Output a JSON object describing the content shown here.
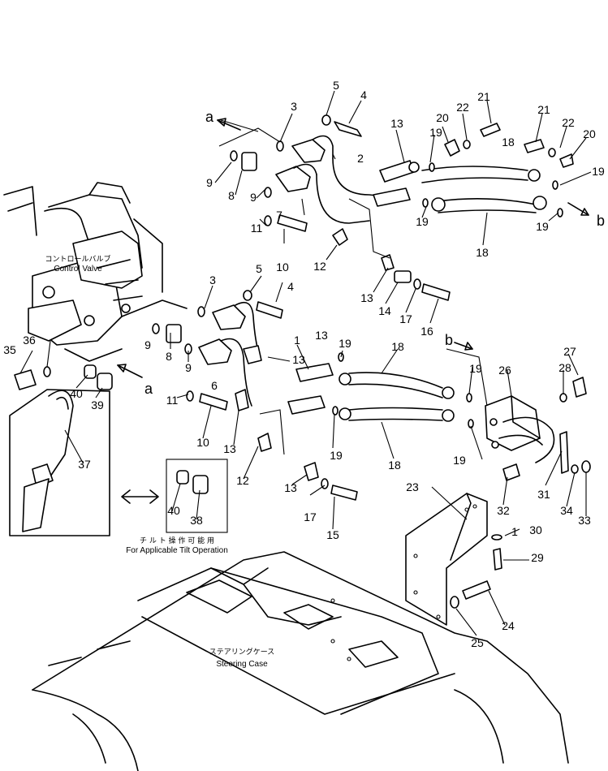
{
  "captions": {
    "control_valve_jp": "コントロールバルブ",
    "control_valve_en": "Control Valve",
    "tilt_jp": "チ ル ト 操 作 可 能 用",
    "tilt_en": "For Applicable Tilt Operation",
    "steering_case_jp": "ステアリングケース",
    "steering_case_en": "Steering Case"
  },
  "markers": {
    "a": "a",
    "b": "b"
  },
  "part_labels": [
    "1",
    "2",
    "3",
    "4",
    "5",
    "6",
    "7",
    "8",
    "9",
    "10",
    "11",
    "12",
    "13",
    "14",
    "15",
    "16",
    "17",
    "18",
    "19",
    "20",
    "21",
    "22",
    "23",
    "24",
    "25",
    "26",
    "27",
    "28",
    "29",
    "30",
    "31",
    "32",
    "33",
    "34",
    "35",
    "36",
    "37",
    "38",
    "39",
    "40"
  ]
}
